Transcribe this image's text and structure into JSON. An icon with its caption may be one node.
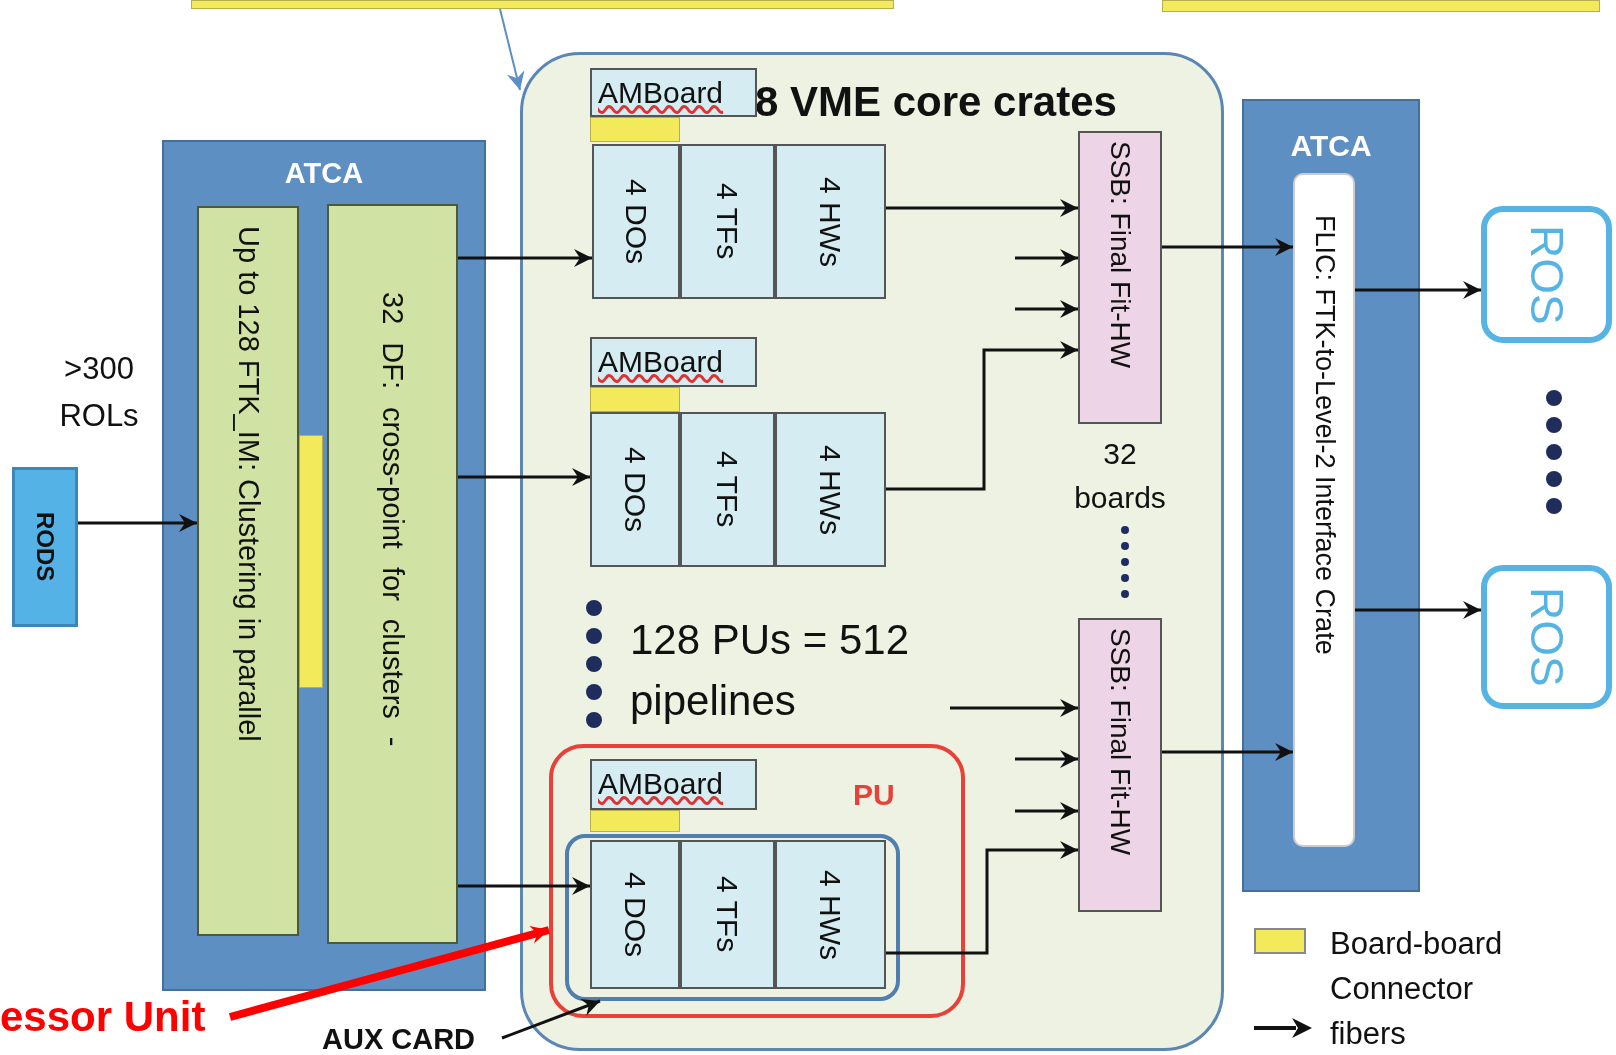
{
  "diagram": {
    "nodes": [
      {
        "text": [],
        "shape": "bar"
      },
      {
        "text": [],
        "shape": "bar"
      },
      {
        "text": [
          "RODS"
        ]
      },
      {
        "text": [
          "ATCA"
        ]
      },
      {
        "text": [
          "Up to 128 FTK_IM: Clustering in parallel"
        ],
        "in": 3
      },
      {
        "text": [],
        "shape": "bar",
        "in": 3
      },
      {
        "text": [
          "32 DF: cross-point for clusters -"
        ],
        "in": 3
      },
      {
        "text": [
          "8 VME core crates"
        ]
      },
      {
        "text": [
          "AMBoard"
        ],
        "in": 7
      },
      {
        "text": [],
        "shape": "bar",
        "in": 7
      },
      {
        "text": [
          "4 DOs"
        ],
        "in": 7
      },
      {
        "text": [
          "4 TFs"
        ],
        "in": 7
      },
      {
        "text": [
          "4 HWs"
        ],
        "in": 7
      },
      {
        "text": [
          "AMBoard"
        ],
        "in": 7
      },
      {
        "text": [],
        "shape": "bar",
        "in": 7
      },
      {
        "text": [
          "4 DOs"
        ],
        "in": 7
      },
      {
        "text": [
          "4 TFs"
        ],
        "in": 7
      },
      {
        "text": [
          "4 HWs"
        ],
        "in": 7
      },
      {
        "text": [
          "PU"
        ],
        "in": 7
      },
      {
        "text": [
          "AMBoard"
        ],
        "in": 18
      },
      {
        "text": [],
        "shape": "bar",
        "in": 18
      },
      {
        "text": [],
        "shape": "box",
        "in": 18
      },
      {
        "text": [
          "4 DOs"
        ],
        "in": 21
      },
      {
        "text": [
          "4 TFs"
        ],
        "in": 21
      },
      {
        "text": [
          "4 HWs"
        ],
        "in": 21
      },
      {
        "text": [
          "SSB: Final Fit-HW"
        ],
        "in": 7,
        "beside": [
          "32 boards"
        ]
      },
      {
        "text": [
          "SSB: Final Fit-HW"
        ],
        "in": 7
      },
      {
        "text": [
          "ATCA"
        ]
      },
      {
        "text": [
          "FLIC: FTK-to-Level-2 Interface Crate"
        ],
        "in": 27
      },
      {
        "text": [
          "ROS"
        ]
      },
      {
        "text": [
          "ROS"
        ]
      },
      {
        "text": [
          "essor Unit"
        ]
      },
      {
        "text": [
          "AUX CARD"
        ]
      }
    ],
    "edges": [
      {
        "from": 0,
        "to": 7,
        "arrow": "to",
        "color": "#5b8fc7"
      },
      {
        "from": 2,
        "to": 4,
        "arrow": "to"
      },
      {
        "from": 6,
        "to": 10,
        "arrow": "to"
      },
      {
        "from": 6,
        "to": 15,
        "arrow": "to"
      },
      {
        "from": 6,
        "to": 22,
        "arrow": "to"
      },
      {
        "from": 12,
        "to": 25,
        "arrow": "to"
      },
      {
        "from": null,
        "to": 25,
        "arrow": "to"
      },
      {
        "from": null,
        "to": 25,
        "arrow": "to"
      },
      {
        "from": 17,
        "to": 25,
        "arrow": "to"
      },
      {
        "from": null,
        "to": 26,
        "arrow": "to"
      },
      {
        "from": null,
        "to": 26,
        "arrow": "to"
      },
      {
        "from": null,
        "to": 26,
        "arrow": "to"
      },
      {
        "from": 24,
        "to": 26,
        "arrow": "to"
      },
      {
        "from": 25,
        "to": 28,
        "arrow": "to"
      },
      {
        "from": 26,
        "to": 28,
        "arrow": "to"
      },
      {
        "from": 28,
        "to": 29,
        "arrow": "to"
      },
      {
        "from": 28,
        "to": 30,
        "arrow": "to"
      },
      {
        "from": 31,
        "to": 18,
        "arrow": "to",
        "style": "thick",
        "color": "#ff0000"
      },
      {
        "from": 32,
        "to": 21,
        "arrow": "to"
      }
    ],
    "labels": [
      ">300 ROLs",
      "128 PUs = 512 pipelines"
    ],
    "legend": [
      {
        "text": "Board-board Connector",
        "color": "#f2ea5a"
      },
      {
        "text": "fibers"
      }
    ]
  }
}
